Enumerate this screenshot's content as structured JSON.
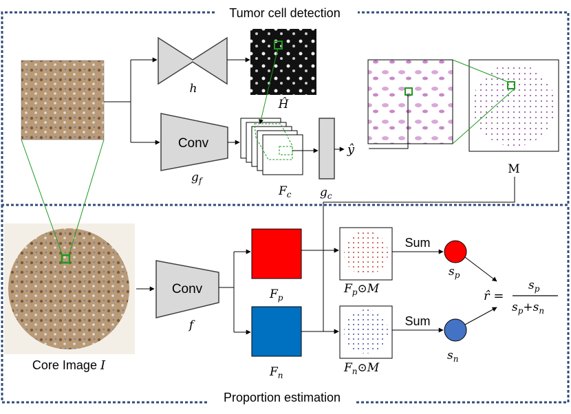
{
  "sections": {
    "top_title": "Tumor cell detection",
    "bottom_title": "Proportion estimation"
  },
  "labels": {
    "h": "h",
    "H_hat": "Ĥ",
    "conv_top": "Conv",
    "g_f": "g",
    "g_f_sub": "f",
    "F_c": "F",
    "F_c_sub": "c",
    "g_c": "g",
    "g_c_sub": "c",
    "y_hat": "ŷ",
    "M": "M",
    "core_image": "Core Image ",
    "core_image_I": "I",
    "conv_bottom": "Conv",
    "f": "f",
    "F_p": "F",
    "F_p_sub": "p",
    "F_n": "F",
    "F_n_sub": "n",
    "Fp_M": "F",
    "Fp_M_sub": "p",
    "Fp_M_op": "⊙M",
    "Fn_M": "F",
    "Fn_M_sub": "n",
    "Fn_M_op": "⊙M",
    "sum_p": "Sum",
    "sum_n": "Sum",
    "s_p": "s",
    "s_p_sub": "p",
    "s_n": "s",
    "s_n_sub": "n",
    "r_hat": "r̂ =",
    "frac_num": "s",
    "frac_num_sub": "p",
    "frac_den_a": "s",
    "frac_den_a_sub": "p",
    "frac_den_plus": "+",
    "frac_den_b": "s",
    "frac_den_b_sub": "n"
  },
  "colors": {
    "border_dash": "#2F4C7A",
    "block_fill": "#D9D9D9",
    "block_stroke": "#404040",
    "red": "#FF0000",
    "blue": "#0070C0",
    "green": "#1E9A1E",
    "node_red": "#FF0000",
    "node_blue": "#4472C4"
  }
}
